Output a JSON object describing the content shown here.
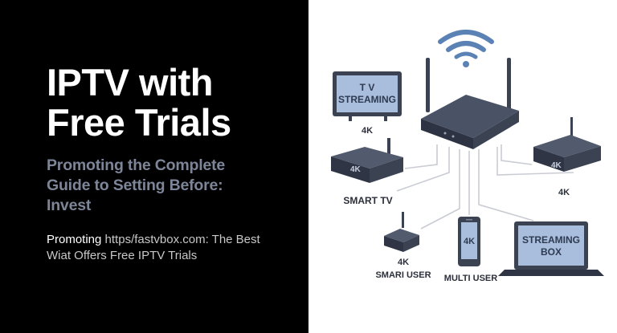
{
  "headline": {
    "line1": "IPTV with",
    "line2": "Free Trials"
  },
  "subheading": {
    "line1": "Promoting the Complete",
    "line2": "Guide to Setting Before:",
    "line3": "Invest"
  },
  "promo": {
    "lead": "Promoting",
    "line1_rest": "https/fastvbox.com: The Best",
    "line2": "Wiat Offers Free IPTV Trials"
  },
  "devices": {
    "tv": {
      "screen_line1": "T V",
      "screen_line2": "STREAMING",
      "label": "4K"
    },
    "smart_tv_box": {
      "badge": "4K",
      "label": "SMART TV"
    },
    "right_box": {
      "badge": "4K",
      "label": "4K"
    },
    "small_box": {
      "label_line1": "4K",
      "label_line2": "SMARI USER"
    },
    "phone": {
      "screen": "4K",
      "label": "MULTI USER"
    },
    "laptop": {
      "screen_line1": "STREAMING",
      "screen_line2": "BOX"
    }
  },
  "icons": {
    "wifi": "wifi-icon",
    "router": "router-icon"
  },
  "colors": {
    "left_bg": "#000000",
    "right_bg": "#ffffff",
    "subtitle": "#7d8598",
    "device_dark": "#3b4252",
    "screen_blue": "#a9bedc"
  }
}
